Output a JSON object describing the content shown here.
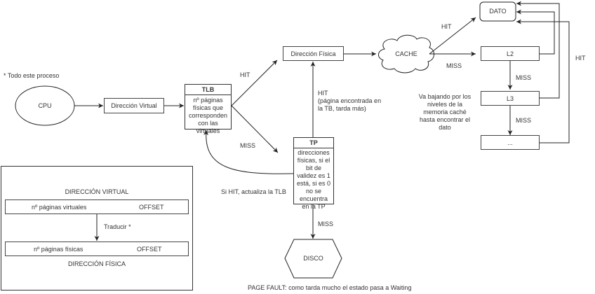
{
  "notes": {
    "todo_proceso": "* Todo este proceso",
    "va_bajando": "Va bajando por los niveles de la memoria caché hasta encontrar el dato",
    "page_fault": "PAGE FAULT: como tarda mucho el estado pasa a Waiting"
  },
  "nodes": {
    "cpu": "CPU",
    "direccion_virtual": "Dirección Virtual",
    "tlb_title": "TLB",
    "tlb_body": "nº páginas físicas que corresponden con las virtuales",
    "direccion_fisica": "Dirección Física",
    "cache": "CACHE",
    "dato": "DATO",
    "l2": "L2",
    "l3": "L3",
    "ellipsis": "...",
    "tp_title": "TP",
    "tp_body": "direcciones físicas, si el bit de validez es 1 está, si es 0 no se encuentra en la TP",
    "disco": "DISCO"
  },
  "edges": {
    "tlb_hit": "HIT",
    "tlb_miss": "MISS",
    "tp_hit": "HIT\n(página encontrada en\nla TB, tarda más)",
    "tp_update": "Si HIT, actualiza la TLB",
    "tp_miss": "MISS",
    "cache_hit": "HIT",
    "cache_miss": "MISS",
    "l2_miss": "MISS",
    "l3_miss": "MISS",
    "levels_hit": "HIT"
  },
  "address_panel": {
    "virtual_title": "DIRECCIÓN VIRTUAL",
    "virtual_pages": "nº páginas virtuales",
    "virtual_offset": "OFFSET",
    "translate": "Traducir *",
    "physical_pages": "nº páginas físicas",
    "physical_offset": "OFFSET",
    "physical_title": "DIRECCIÓN FÍSICA"
  }
}
